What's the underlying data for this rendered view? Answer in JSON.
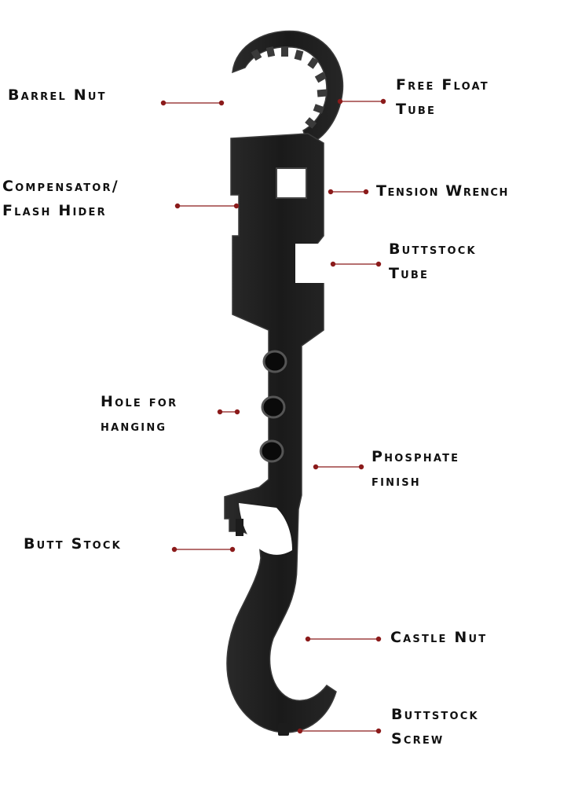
{
  "colors": {
    "tool": "#1c1c1c",
    "tool_edge": "#3a3a3a",
    "leader": "#8b1a1a",
    "text": "#111111",
    "background": "#ffffff"
  },
  "labels": {
    "barrel_nut": {
      "lines": [
        "Barrel Nut"
      ]
    },
    "free_float_tube": {
      "lines": [
        "Free Float",
        "Tube"
      ]
    },
    "compensator": {
      "lines": [
        "Compensator/",
        "Flash Hider"
      ]
    },
    "tension_wrench": {
      "lines": [
        "Tension Wrench"
      ]
    },
    "buttstock_tube": {
      "lines": [
        "Buttstock",
        "Tube"
      ]
    },
    "hole_for_hanging": {
      "lines": [
        "Hole for",
        "hanging"
      ]
    },
    "phosphate_finish": {
      "lines": [
        "Phosphate",
        "finish"
      ]
    },
    "butt_stock": {
      "lines": [
        "Butt Stock"
      ]
    },
    "castle_nut": {
      "lines": [
        "Castle Nut"
      ]
    },
    "buttstock_screw": {
      "lines": [
        "Buttstock",
        "Screw"
      ]
    }
  }
}
